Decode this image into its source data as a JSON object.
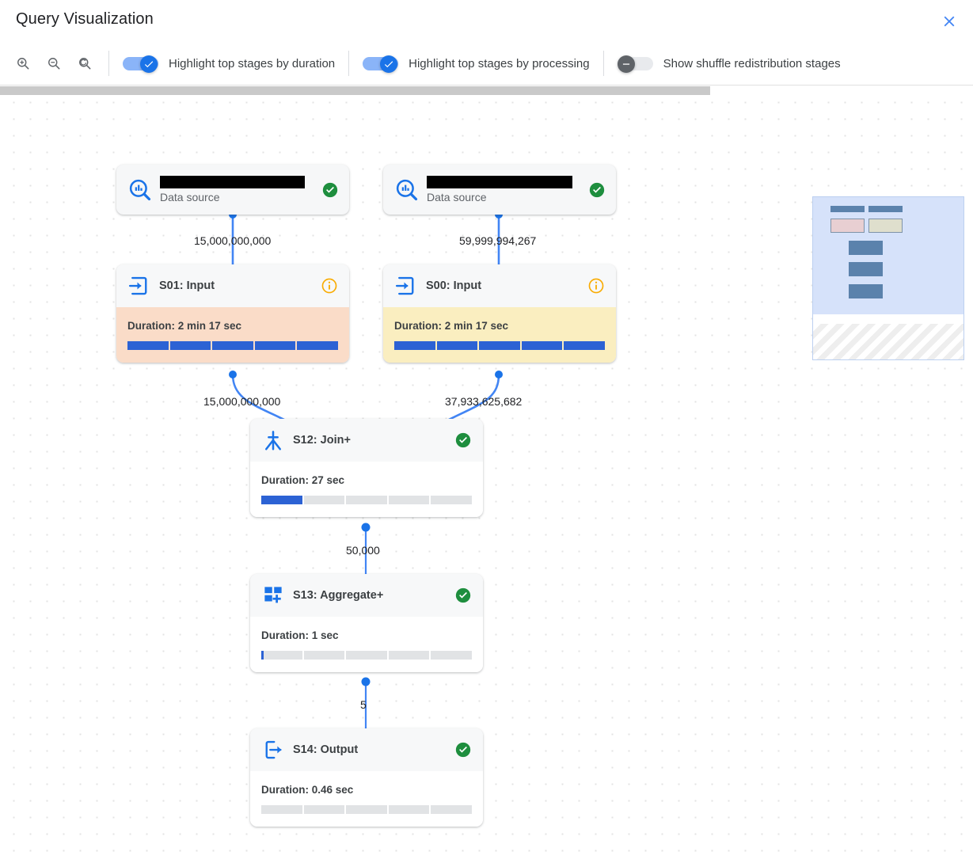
{
  "window": {
    "title": "Query Visualization",
    "close_icon": "close-icon"
  },
  "toolbar": {
    "zoom_in_icon": "zoom-in-icon",
    "zoom_out_icon": "zoom-out-icon",
    "zoom_reset_icon": "zoom-reset-icon",
    "toggles": [
      {
        "label": "Highlight top stages by duration",
        "state": "on"
      },
      {
        "label": "Highlight top stages by processing",
        "state": "on"
      },
      {
        "label": "Show shuffle redistribution stages",
        "state": "off"
      }
    ]
  },
  "graph": {
    "data_sources": [
      {
        "name": "",
        "subtitle": "Data source",
        "status": "success",
        "icon": "bigquery-data-source-icon"
      },
      {
        "name": "",
        "subtitle": "Data source",
        "status": "success",
        "icon": "bigquery-data-source-icon"
      }
    ],
    "stages": [
      {
        "id": "S01",
        "title": "S01: Input",
        "icon": "arrow-into-box-icon",
        "badge": "info",
        "duration_label": "Duration: 2 min 17 sec",
        "progress_pct": 100,
        "highlight": "peach"
      },
      {
        "id": "S00",
        "title": "S00: Input",
        "icon": "arrow-into-box-icon",
        "badge": "info",
        "duration_label": "Duration: 2 min 17 sec",
        "progress_pct": 100,
        "highlight": "cream"
      },
      {
        "id": "S12",
        "title": "S12: Join+",
        "icon": "join-merge-icon",
        "badge": "success",
        "duration_label": "Duration: 27 sec",
        "progress_pct": 20,
        "highlight": "none"
      },
      {
        "id": "S13",
        "title": "S13: Aggregate+",
        "icon": "aggregate-plus-icon",
        "badge": "success",
        "duration_label": "Duration: 1 sec",
        "progress_pct": 1,
        "highlight": "none"
      },
      {
        "id": "S14",
        "title": "S14: Output",
        "icon": "arrow-out-of-box-icon",
        "badge": "success",
        "duration_label": "Duration: 0.46 sec",
        "progress_pct": 0,
        "highlight": "none"
      }
    ],
    "edge_labels": [
      {
        "value": "15,000,000,000",
        "from": "data-source-1",
        "to": "S01"
      },
      {
        "value": "59,999,994,267",
        "from": "data-source-2",
        "to": "S00"
      },
      {
        "value": "15,000,000,000",
        "from": "S01",
        "to": "S12"
      },
      {
        "value": "37,933,625,682",
        "from": "S00",
        "to": "S12"
      },
      {
        "value": "50,000",
        "from": "S12",
        "to": "S13"
      },
      {
        "value": "5",
        "from": "S13",
        "to": "S14"
      }
    ]
  },
  "minimap": {
    "name": "graph-minimap"
  },
  "colors": {
    "accent_blue": "#1a73e8",
    "edge_blue": "#4285f4",
    "progress_blue": "#2c62d4",
    "success_green": "#1e8e3e",
    "info_orange": "#f9ab00",
    "highlight_peach": "#fadcc8",
    "highlight_cream": "#faeec0"
  }
}
